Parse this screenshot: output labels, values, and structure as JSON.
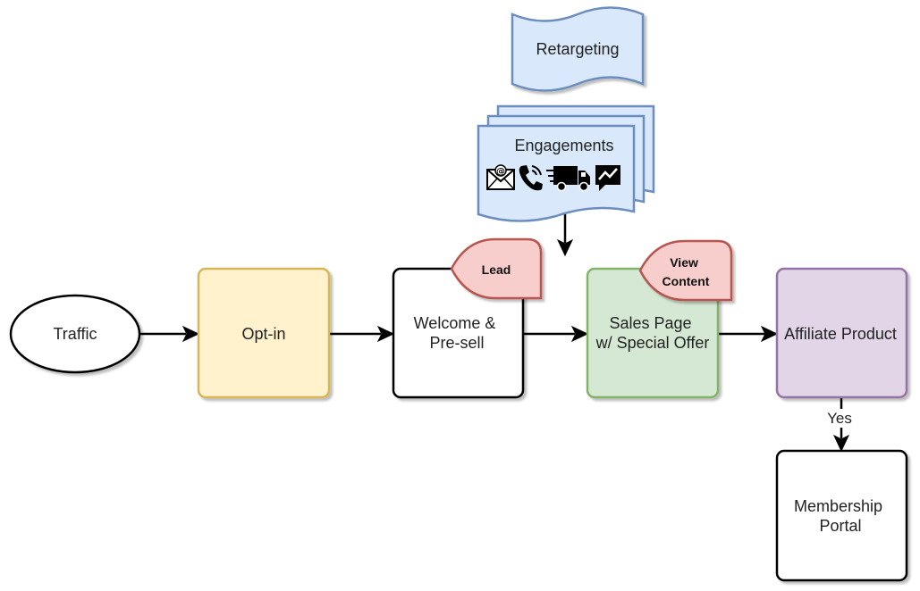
{
  "colors": {
    "stroke_default": "#000000",
    "optin_fill": "#fff2cc",
    "optin_stroke": "#d6b656",
    "sales_fill": "#d5e8d4",
    "sales_stroke": "#82b366",
    "affiliate_fill": "#e1d5e7",
    "affiliate_stroke": "#9673a6",
    "blue_fill": "#dae8fc",
    "blue_stroke": "#6c8ebf",
    "tag_fill": "#f8cecc",
    "tag_stroke": "#b85450"
  },
  "nodes": {
    "traffic": "Traffic",
    "optin": "Opt-in",
    "welcome": [
      "Welcome &",
      "Pre-sell"
    ],
    "sales": [
      "Sales Page",
      "w/ Special Offer"
    ],
    "affiliate": "Affiliate Product",
    "membership": [
      "Membership",
      "Portal"
    ],
    "retargeting": "Retargeting",
    "engagements": "Engagements"
  },
  "tags": {
    "lead": "Lead",
    "view_content": [
      "View",
      "Content"
    ]
  },
  "edges": {
    "affiliate_to_membership_label": "Yes"
  },
  "icons": [
    "email-icon",
    "phone-icon",
    "delivery-truck-icon",
    "messenger-icon"
  ]
}
